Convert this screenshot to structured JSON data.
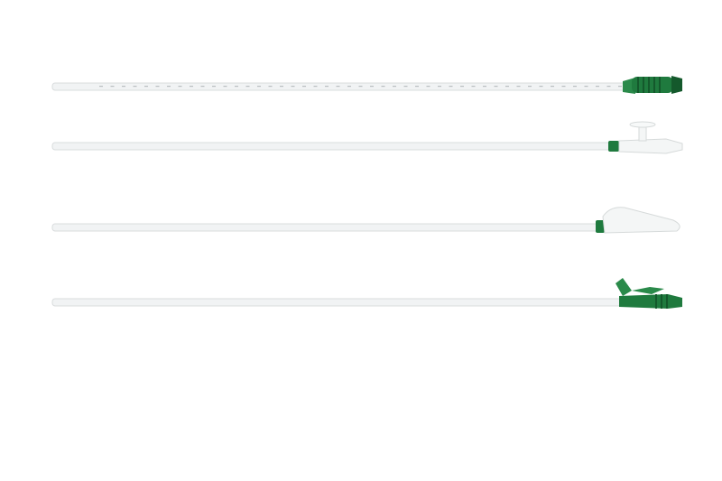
{
  "scene": {
    "background": "#ffffff",
    "tube_color": "#f1f3f4",
    "tube_edge": "#d9dcdd",
    "green": "#1f7a3e",
    "green_dark": "#14592c",
    "clear_plastic": "#f4f6f6"
  },
  "items": [
    {
      "name": "graduated-catheter",
      "connector": "green-funnel-grip"
    },
    {
      "name": "catheter-clear-t-connector",
      "connector": "clear-t-port"
    },
    {
      "name": "catheter-clear-funnel",
      "connector": "clear-funnel"
    },
    {
      "name": "catheter-green-valve",
      "connector": "green-thumb-valve"
    }
  ]
}
